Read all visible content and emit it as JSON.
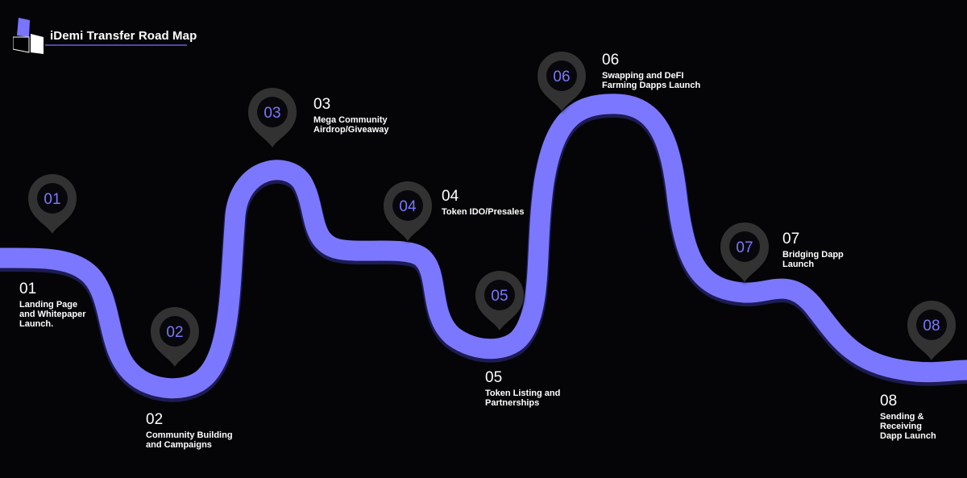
{
  "header": {
    "title": "iDemi Transfer Road Map"
  },
  "colors": {
    "background": "#050507",
    "path": "#7b78ff",
    "path_shadow": "#1d1c52",
    "pin": "#303033",
    "pin_inner": "#08070b",
    "pin_text": "#7b78ff",
    "logo_purple": "#7975ff",
    "logo_white": "#ffffff"
  },
  "steps": [
    {
      "pin_label": "01",
      "number": "01",
      "text": "Landing Page\nand Whitepaper\nLaunch."
    },
    {
      "pin_label": "02",
      "number": "02",
      "text": "Community Building\nand Campaigns"
    },
    {
      "pin_label": "03",
      "number": "03",
      "text": "Mega Community\nAirdrop/Giveaway"
    },
    {
      "pin_label": "04",
      "number": "04",
      "text": "Token IDO/Presales"
    },
    {
      "pin_label": "05",
      "number": "05",
      "text": "Token Listing and\nPartnerships"
    },
    {
      "pin_label": "06",
      "number": "06",
      "text": "Swapping and DeFI\nFarming Dapps Launch"
    },
    {
      "pin_label": "07",
      "number": "07",
      "text": "Bridging Dapp\nLaunch"
    },
    {
      "pin_label": "08",
      "number": "08",
      "text": "Sending & Receiving\nDapp Launch"
    }
  ],
  "icons": {
    "logo": "idemi-logo-icon",
    "pin": "map-pin-icon"
  }
}
